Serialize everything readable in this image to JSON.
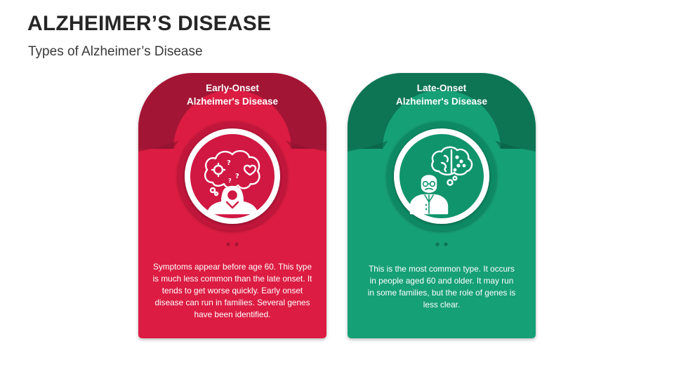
{
  "slide": {
    "title": "ALZHEIMER’S DISEASE",
    "subtitle": "Types of Alzheimer’s Disease"
  },
  "cards": [
    {
      "title_line1": "Early-Onset",
      "title_line2": "Alzheimer's Disease",
      "body": "Symptoms appear before age 60. This type is much less common than the late onset. It tends to get worse quickly. Early onset disease can run in families. Several genes have been identified.",
      "icon": "woman-confused-thoughts-icon",
      "color_dark": "#a31535",
      "color_main": "#dc1a43",
      "color_mid": "#c0163b"
    },
    {
      "title_line1": "Late-Onset",
      "title_line2": "Alzheimer's Disease",
      "body": "This is the most common type. It occurs in people aged 60 and older. It may run in some families, but the role of genes is less clear.",
      "icon": "elderly-man-brain-icon",
      "color_dark": "#0d7454",
      "color_main": "#12a075",
      "color_mid": "#0f8a64"
    }
  ]
}
